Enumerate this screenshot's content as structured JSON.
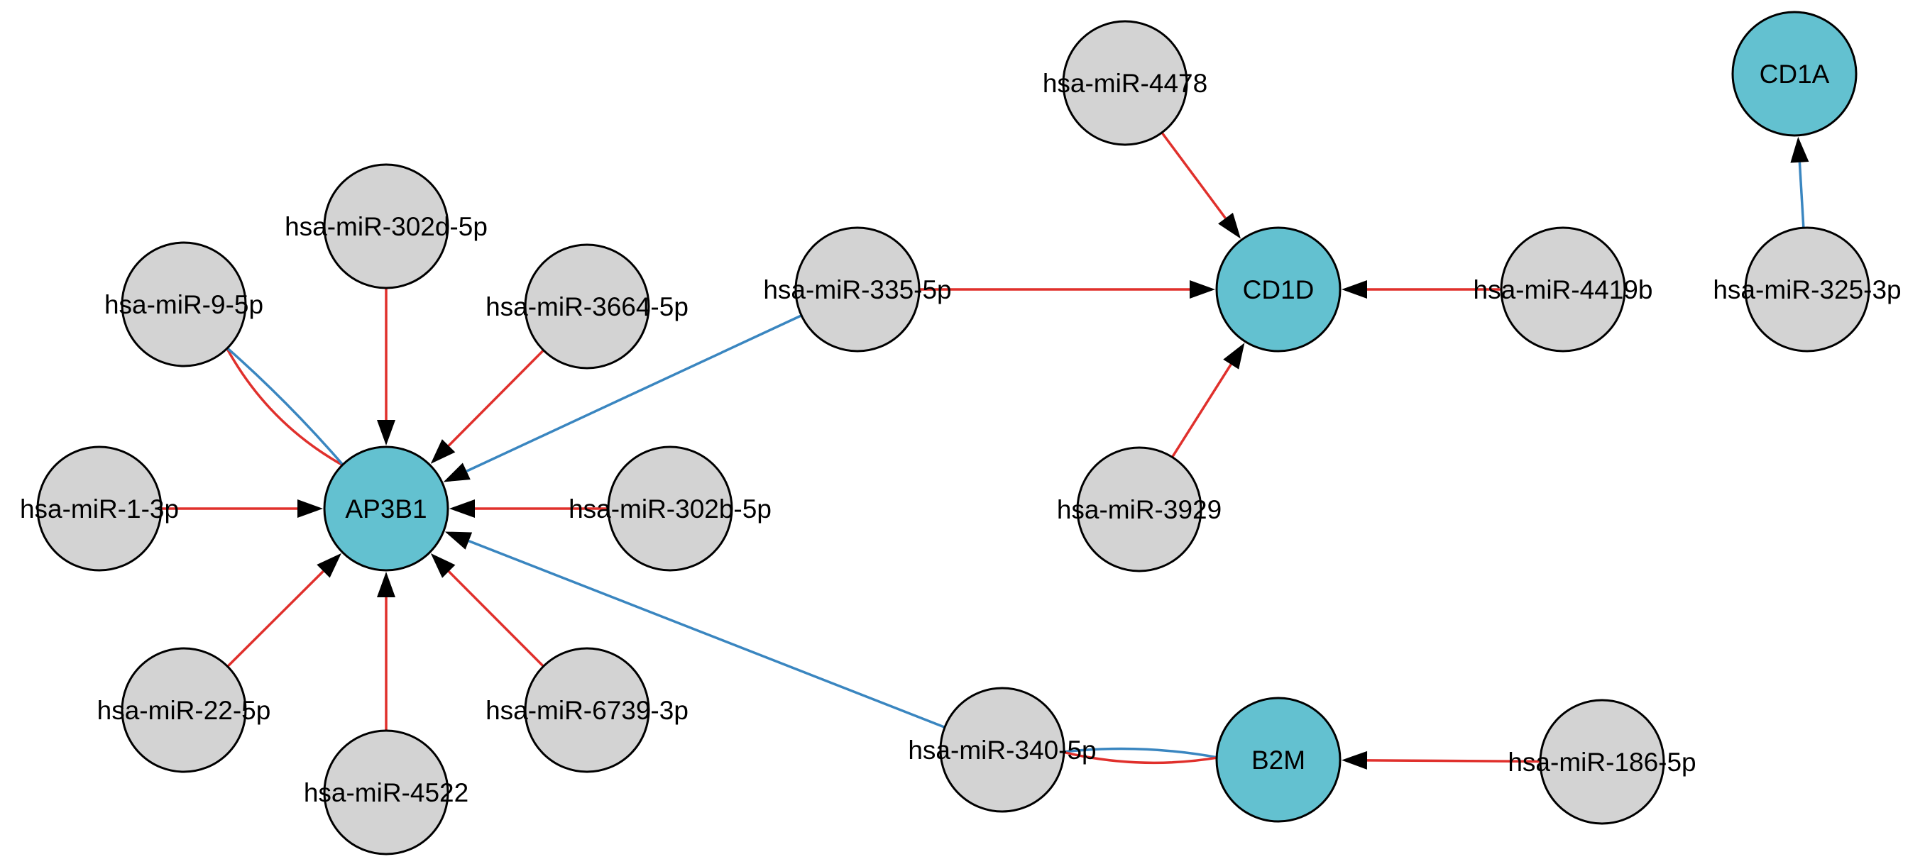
{
  "colors": {
    "gene_fill": "#63c1d0",
    "mirna_fill": "#d3d3d3",
    "node_stroke": "#000000",
    "edge_red": "#e0302c",
    "edge_blue": "#3a86c0",
    "arrow_fill": "#000000"
  },
  "nodes": [
    {
      "id": "AP3B1",
      "label": "AP3B1",
      "kind": "gene"
    },
    {
      "id": "CD1D",
      "label": "CD1D",
      "kind": "gene"
    },
    {
      "id": "CD1A",
      "label": "CD1A",
      "kind": "gene"
    },
    {
      "id": "B2M",
      "label": "B2M",
      "kind": "gene"
    },
    {
      "id": "miR4478",
      "label": "hsa-miR-4478",
      "kind": "mirna"
    },
    {
      "id": "miR302d",
      "label": "hsa-miR-302d-5p",
      "kind": "mirna"
    },
    {
      "id": "miR9",
      "label": "hsa-miR-9-5p",
      "kind": "mirna"
    },
    {
      "id": "miR3664",
      "label": "hsa-miR-3664-5p",
      "kind": "mirna"
    },
    {
      "id": "miR335",
      "label": "hsa-miR-335-5p",
      "kind": "mirna"
    },
    {
      "id": "miR4419b",
      "label": "hsa-miR-4419b",
      "kind": "mirna"
    },
    {
      "id": "miR325",
      "label": "hsa-miR-325-3p",
      "kind": "mirna"
    },
    {
      "id": "miR1",
      "label": "hsa-miR-1-3p",
      "kind": "mirna"
    },
    {
      "id": "miR302b",
      "label": "hsa-miR-302b-5p",
      "kind": "mirna"
    },
    {
      "id": "miR3929",
      "label": "hsa-miR-3929",
      "kind": "mirna"
    },
    {
      "id": "miR22",
      "label": "hsa-miR-22-5p",
      "kind": "mirna"
    },
    {
      "id": "miR6739",
      "label": "hsa-miR-6739-3p",
      "kind": "mirna"
    },
    {
      "id": "miR4522",
      "label": "hsa-miR-4522",
      "kind": "mirna"
    },
    {
      "id": "miR340",
      "label": "hsa-miR-340-5p",
      "kind": "mirna"
    },
    {
      "id": "miR186",
      "label": "hsa-miR-186-5p",
      "kind": "mirna"
    }
  ],
  "edges": [
    {
      "from": "miR302d",
      "to": "AP3B1",
      "color": "red",
      "arrow": true
    },
    {
      "from": "miR3664",
      "to": "AP3B1",
      "color": "red",
      "arrow": true
    },
    {
      "from": "miR9",
      "to": "AP3B1",
      "color": "red",
      "arrow": false
    },
    {
      "from": "miR9",
      "to": "AP3B1",
      "color": "blue",
      "arrow": false
    },
    {
      "from": "miR1",
      "to": "AP3B1",
      "color": "red",
      "arrow": true
    },
    {
      "from": "miR302b",
      "to": "AP3B1",
      "color": "red",
      "arrow": true
    },
    {
      "from": "miR22",
      "to": "AP3B1",
      "color": "red",
      "arrow": true
    },
    {
      "from": "miR4522",
      "to": "AP3B1",
      "color": "red",
      "arrow": true
    },
    {
      "from": "miR6739",
      "to": "AP3B1",
      "color": "red",
      "arrow": true
    },
    {
      "from": "miR335",
      "to": "AP3B1",
      "color": "blue",
      "arrow": true
    },
    {
      "from": "miR340",
      "to": "AP3B1",
      "color": "blue",
      "arrow": true
    },
    {
      "from": "miR335",
      "to": "CD1D",
      "color": "red",
      "arrow": true
    },
    {
      "from": "miR4478",
      "to": "CD1D",
      "color": "red",
      "arrow": true
    },
    {
      "from": "miR4419b",
      "to": "CD1D",
      "color": "red",
      "arrow": true
    },
    {
      "from": "miR3929",
      "to": "CD1D",
      "color": "red",
      "arrow": true
    },
    {
      "from": "miR325",
      "to": "CD1A",
      "color": "blue",
      "arrow": true
    },
    {
      "from": "miR340",
      "to": "B2M",
      "color": "blue",
      "arrow": false
    },
    {
      "from": "miR340",
      "to": "B2M",
      "color": "red",
      "arrow": false
    },
    {
      "from": "miR186",
      "to": "B2M",
      "color": "red",
      "arrow": true
    }
  ]
}
